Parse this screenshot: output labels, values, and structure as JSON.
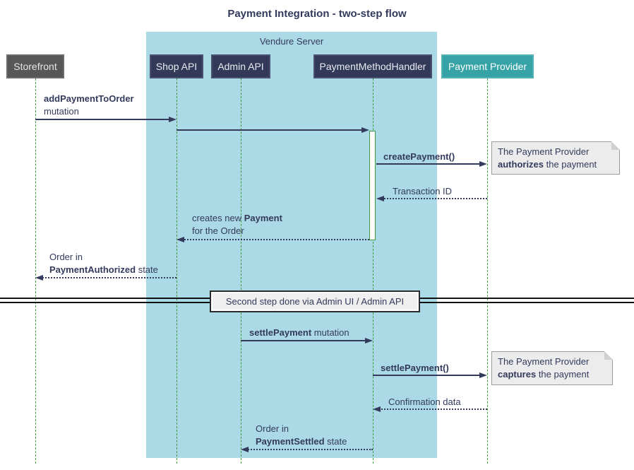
{
  "title": "Payment Integration - two-step flow",
  "frame": {
    "label": "Vendure Server"
  },
  "participants": {
    "storefront": {
      "label": "Storefront"
    },
    "shop_api": {
      "label": "Shop API"
    },
    "admin_api": {
      "label": "Admin API"
    },
    "payment_method_handler": {
      "label": "PaymentMethodHandler"
    },
    "payment_provider": {
      "label": "Payment Provider"
    }
  },
  "messages": {
    "add_payment_to_order": {
      "line1_bold": "addPaymentToOrder",
      "line2": "mutation"
    },
    "create_payment": {
      "label": "createPayment()"
    },
    "transaction_id": {
      "label": "Transaction ID"
    },
    "creates_new_payment": {
      "line1_pre": "creates new ",
      "line1_bold": "Payment",
      "line2": "for the Order"
    },
    "order_payment_authorized": {
      "line1": "Order in",
      "line2_bold": "PaymentAuthorized",
      "line2_rest": " state"
    },
    "settle_payment_mutation": {
      "bold": "settlePayment",
      "rest": " mutation"
    },
    "settle_payment_call": {
      "label": "settlePayment()"
    },
    "confirmation_data": {
      "label": "Confirmation data"
    },
    "order_payment_settled": {
      "line1": "Order in",
      "line2_bold": "PaymentSettled",
      "line2_rest": " state"
    }
  },
  "notes": {
    "authorize": {
      "line1": "The Payment Provider",
      "line2_bold": "authorizes",
      "line2_rest": " the payment"
    },
    "capture": {
      "line1": "The Payment Provider",
      "line2_bold": "captures",
      "line2_rest": " the payment"
    }
  },
  "divider": {
    "label": "Second step done via Admin UI / Admin API"
  },
  "colors": {
    "frame-bg": "#ABD9E6",
    "participant-bg": "#333A59",
    "participant-border": "#4A5070",
    "storefront-bg": "#575757",
    "storefront-border": "#6B6B6B",
    "provider-bg": "#36A3A6",
    "provider-border": "#4FB2B5",
    "ink": "#333A5C",
    "lifeline": "#3C9B3C",
    "note-bg": "#ECECEC",
    "note-border": "#9B9B9B",
    "divider-line": "#111111",
    "divider-box-bg": "#EFEFEF",
    "divider-box-border": "#2B2B2B"
  }
}
